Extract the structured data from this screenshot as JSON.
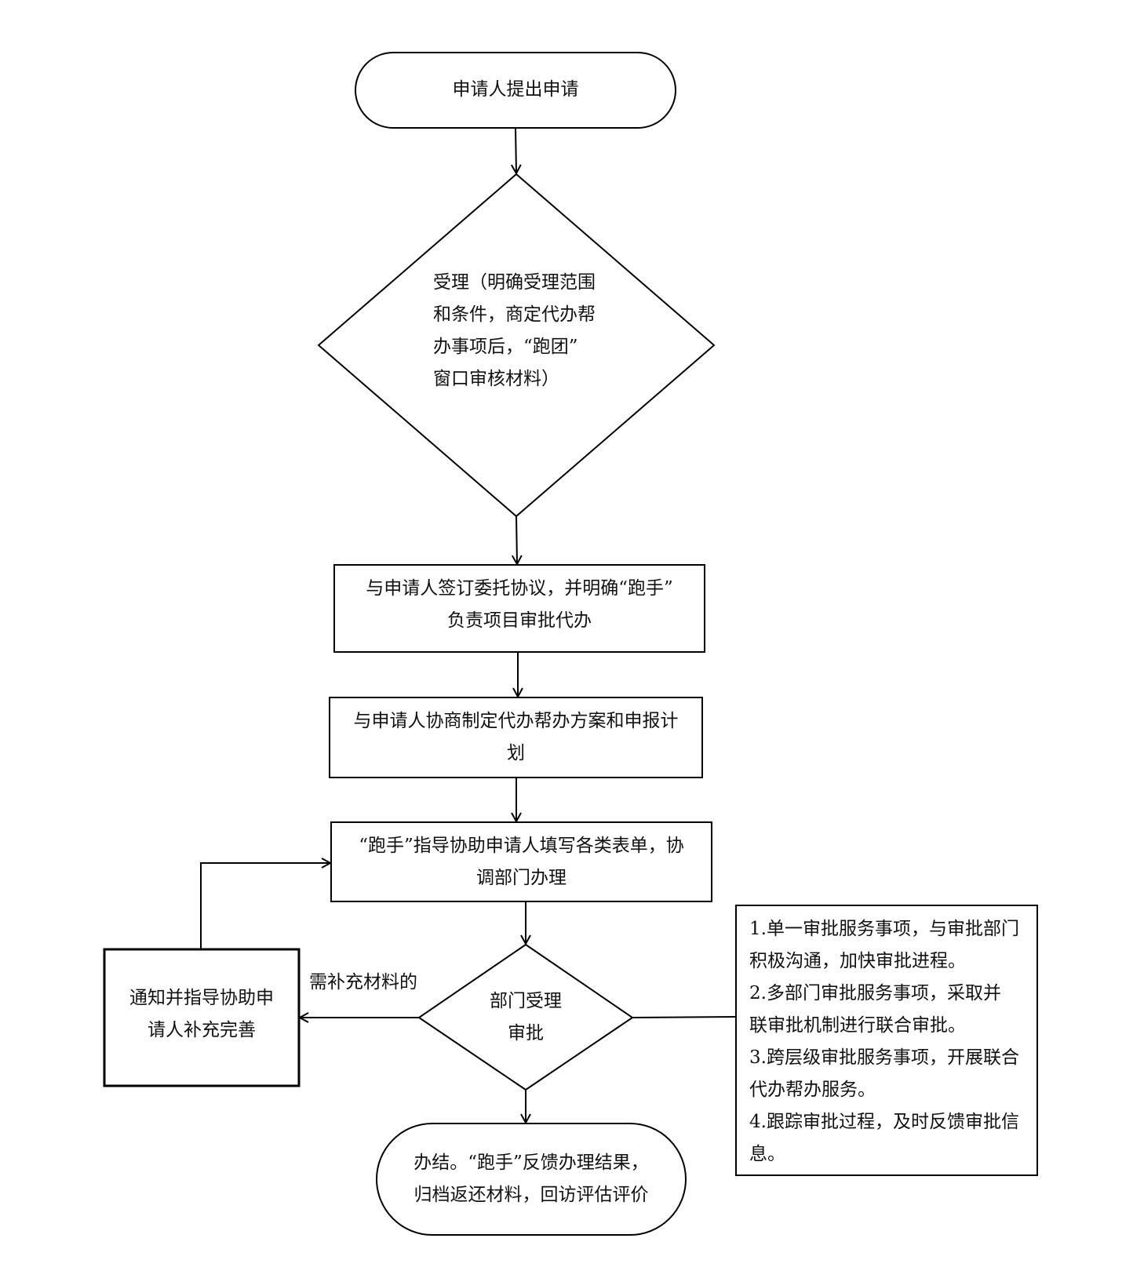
{
  "flowchart": {
    "start": {
      "label": "申请人提出申请"
    },
    "accept": {
      "lines": [
        "受理（明确受理范围",
        "和条件，商定代办帮",
        "办事项后，“跑团”",
        "窗口审核材料）"
      ]
    },
    "sign": {
      "lines": [
        "与申请人签订委托协议，并明确“跑手”",
        "负责项目审批代办"
      ]
    },
    "plan": {
      "lines": [
        "与申请人协商制定代办帮办方案和申报计",
        "划"
      ]
    },
    "guide": {
      "lines": [
        "“跑手”指导协助申请人填写各类表单，协",
        "调部门办理"
      ]
    },
    "dept": {
      "lines": [
        "部门受理",
        "审批"
      ]
    },
    "supplement": {
      "lines": [
        "通知并指导协助申",
        "请人补充完善"
      ]
    },
    "supplement_condition": "需补充材料的",
    "notes": {
      "lines": [
        "1.单一审批服务事项，与审批部门",
        "积极沟通，加快审批进程。",
        "2.多部门审批服务事项，采取并",
        "联审批机制进行联合审批。",
        "3.跨层级审批服务事项，开展联合",
        "代办帮办服务。",
        "4.跟踪审批过程，及时反馈审批信",
        "息。"
      ]
    },
    "end": {
      "lines": [
        "办结。“跑手”反馈办理结果，",
        "归档返还材料，回访评估评价"
      ]
    }
  },
  "colors": {
    "stroke": "#000000",
    "text": "#111111",
    "background": "#ffffff"
  }
}
